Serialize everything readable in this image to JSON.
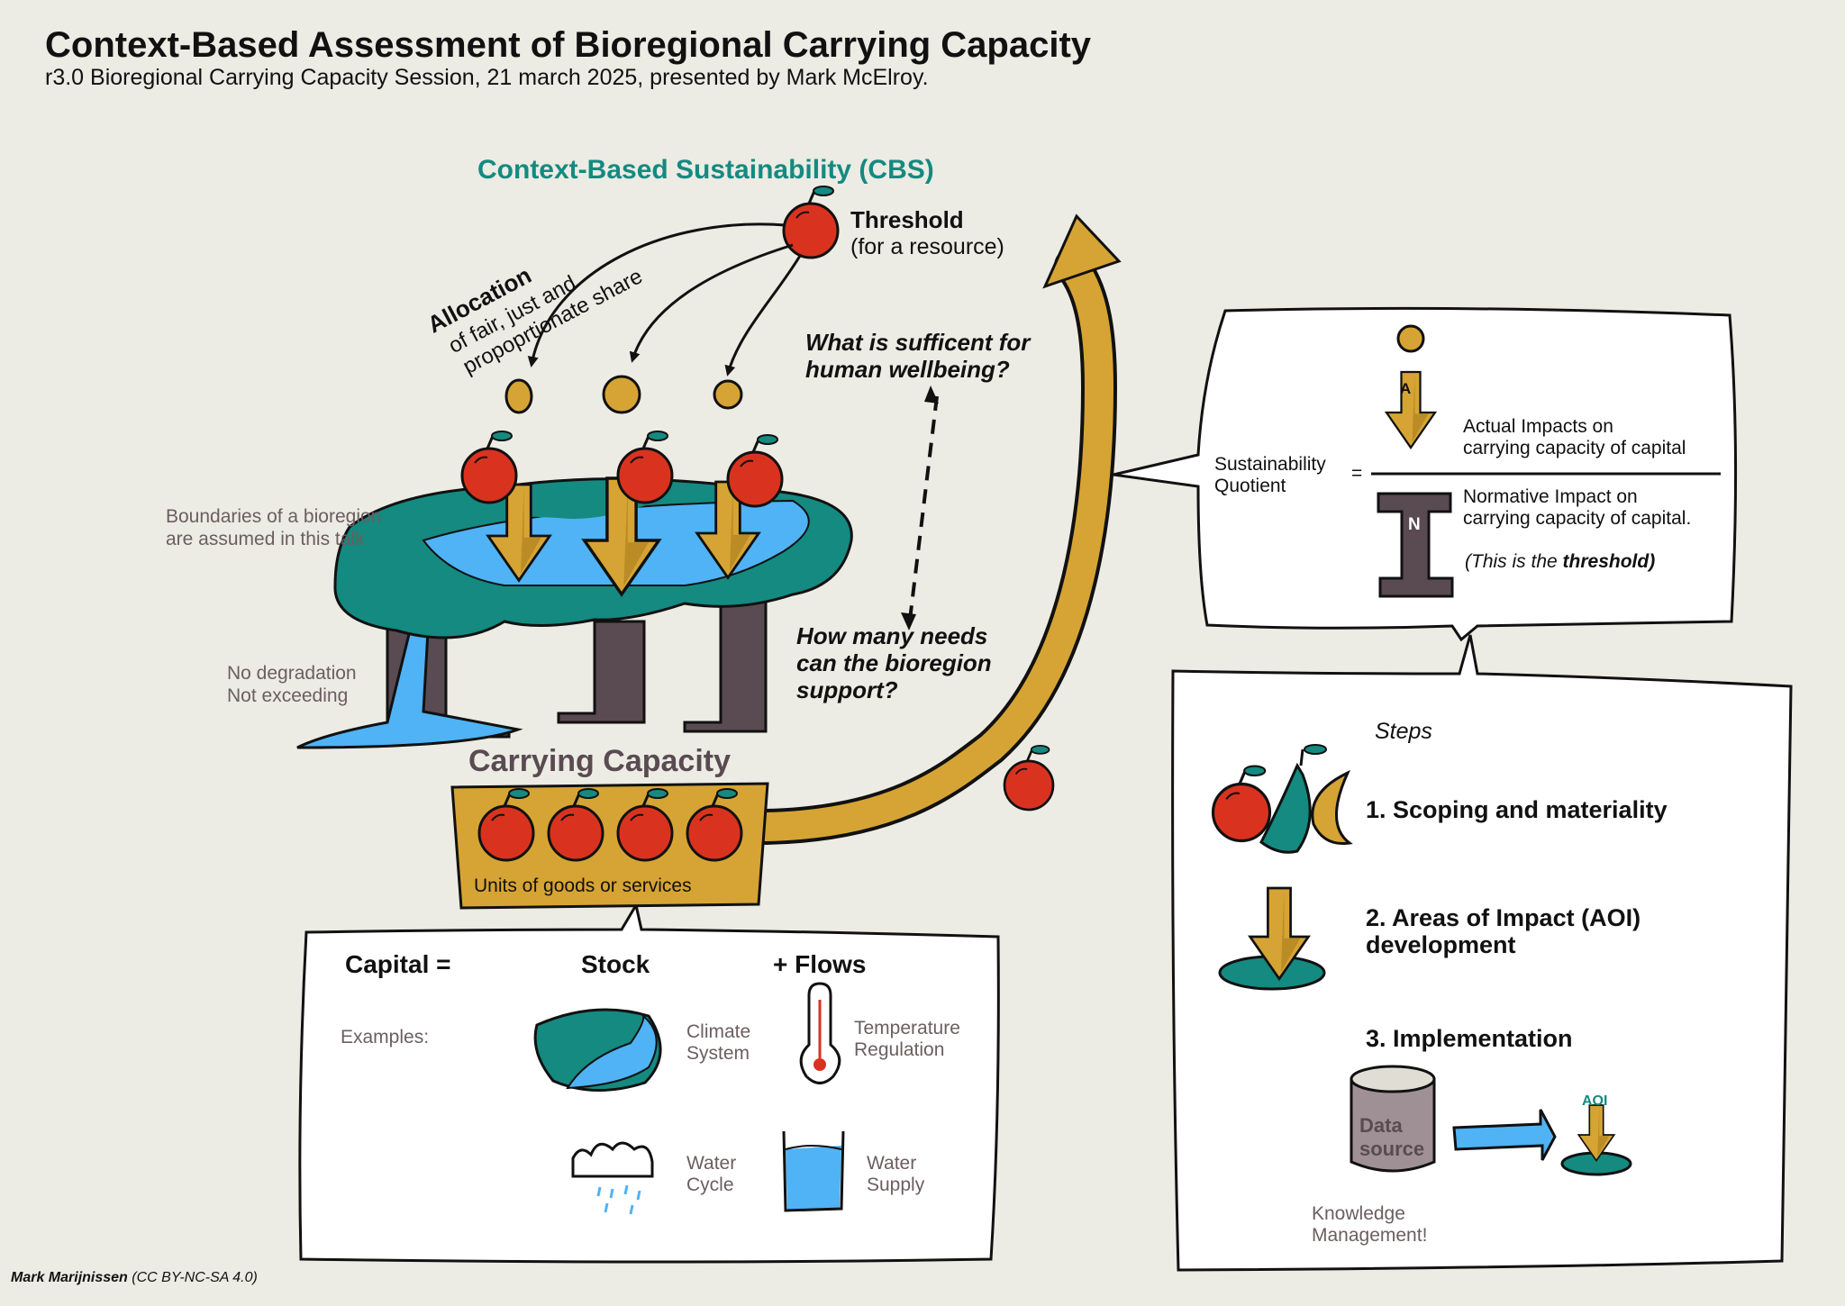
{
  "header": {
    "title": "Context-Based Assessment of Bioregional Carrying Capacity",
    "subtitle": "r3.0 Bioregional Carrying Capacity Session, 21 march 2025, presented by Mark McElroy."
  },
  "cbs": {
    "heading": "Context-Based Sustainability (CBS)",
    "threshold_title": "Threshold",
    "threshold_sub": "(for a resource)",
    "allocation_title": "Allocation",
    "allocation_line1": "of fair, just and",
    "allocation_line2": "propoprtionate share",
    "question_top_1": "What is sufficent for",
    "question_top_2": "human wellbeing?",
    "question_bottom_1": "How many needs",
    "question_bottom_2": "can the bioregion",
    "question_bottom_3": "support?"
  },
  "bioregion": {
    "boundaries_1": "Boundaries of a bioregion",
    "boundaries_2": "are assumed in this talk",
    "degradation_1": "No degradation",
    "degradation_2": "Not exceeding"
  },
  "carrying_capacity": {
    "title": "Carrying Capacity",
    "units_label": "Units of goods or services"
  },
  "capital": {
    "label": "Capital =",
    "stock": "Stock",
    "flows": "+ Flows",
    "examples": "Examples:",
    "climate_1": "Climate",
    "climate_2": "System",
    "temp_1": "Temperature",
    "temp_2": "Regulation",
    "water_cycle_1": "Water",
    "water_cycle_2": "Cycle",
    "water_supply_1": "Water",
    "water_supply_2": "Supply"
  },
  "quotient": {
    "label_1": "Sustainability",
    "label_2": "Quotient",
    "equals": "=",
    "a_letter": "A",
    "n_letter": "N",
    "actual_1": "Actual Impacts on",
    "actual_2": "carrying capacity of capital",
    "normative_1": "Normative Impact on",
    "normative_2": "carrying capacity of capital.",
    "threshold_note_prefix": "(This is the ",
    "threshold_note_bold": "threshold)"
  },
  "steps": {
    "heading": "Steps",
    "step1": "1. Scoping and materiality",
    "step2_1": "2. Areas of Impact (AOI)",
    "step2_2": "development",
    "step3": "3. Implementation",
    "data_source_1": "Data",
    "data_source_2": "source",
    "aoi_tag": "AOI",
    "km_1": "Knowledge",
    "km_2": "Management!"
  },
  "footer": {
    "author": "Mark Marijnissen",
    "license": "(CC BY-NC-SA 4.0)"
  },
  "colors": {
    "background": "#ecebe4",
    "teal": "#148a80",
    "ochre": "#d6a434",
    "apple_red": "#d9331f",
    "water_blue": "#4fb3f5",
    "pillar": "#594b51",
    "text_gray": "#6b5e60"
  }
}
